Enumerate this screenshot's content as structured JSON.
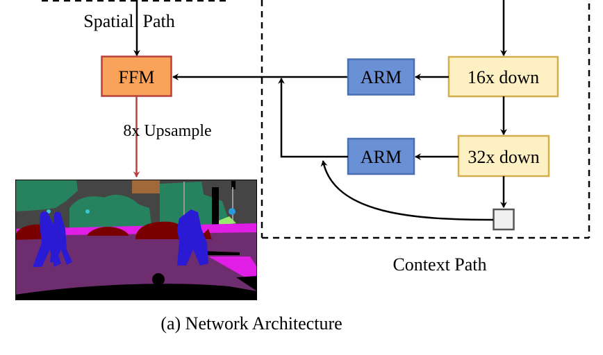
{
  "diagram": {
    "caption": "(a) Network Architecture",
    "spatial_path": {
      "label": "Spatial  Path"
    },
    "context_path": {
      "label": "Context Path"
    },
    "upsample_label": "8x Upsample",
    "nodes": {
      "ffm": {
        "label": "FFM",
        "fill": "#f9a25a",
        "stroke": "#b8403c"
      },
      "arm_top": {
        "label": "ARM",
        "fill": "#6a90d6",
        "stroke": "#4a6fb0"
      },
      "arm_bottom": {
        "label": "ARM",
        "fill": "#6a90d6",
        "stroke": "#4a6fb0"
      },
      "down16": {
        "label": "16x down",
        "fill": "#fdf0c2",
        "stroke": "#d3ad4e"
      },
      "down32": {
        "label": "32x down",
        "fill": "#fdf0c2",
        "stroke": "#d3ad4e"
      },
      "global_pool": {
        "label": "",
        "fill": "#f0f0f0",
        "stroke": "#555555"
      }
    },
    "edges": [
      {
        "from": "spatial_input",
        "to": "ffm"
      },
      {
        "from": "context_input",
        "to": "down16"
      },
      {
        "from": "down16",
        "to": "arm_top"
      },
      {
        "from": "down16",
        "to": "down32"
      },
      {
        "from": "down32",
        "to": "arm_bottom"
      },
      {
        "from": "down32",
        "to": "global_pool"
      },
      {
        "from": "global_pool",
        "to": "arm_bottom_output"
      },
      {
        "from": "arm_bottom_output",
        "to": "arm_top_output"
      },
      {
        "from": "arm_top_output",
        "to": "ffm"
      },
      {
        "from": "ffm",
        "to": "segmentation_output",
        "label": "8x Upsample"
      }
    ],
    "output_image": {
      "description": "semantic segmentation output of street scene"
    },
    "colors": {
      "upsample_arrow": "#b8403c",
      "seg_road": "#6e2d6e",
      "seg_sidewalk": "#e11ee6",
      "seg_person": "#2a1ad4",
      "seg_car": "#7a0000",
      "seg_vegetation": "#26825f",
      "seg_building": "#454545",
      "seg_sky_patch": "#a0693a",
      "seg_black": "#000000"
    }
  }
}
